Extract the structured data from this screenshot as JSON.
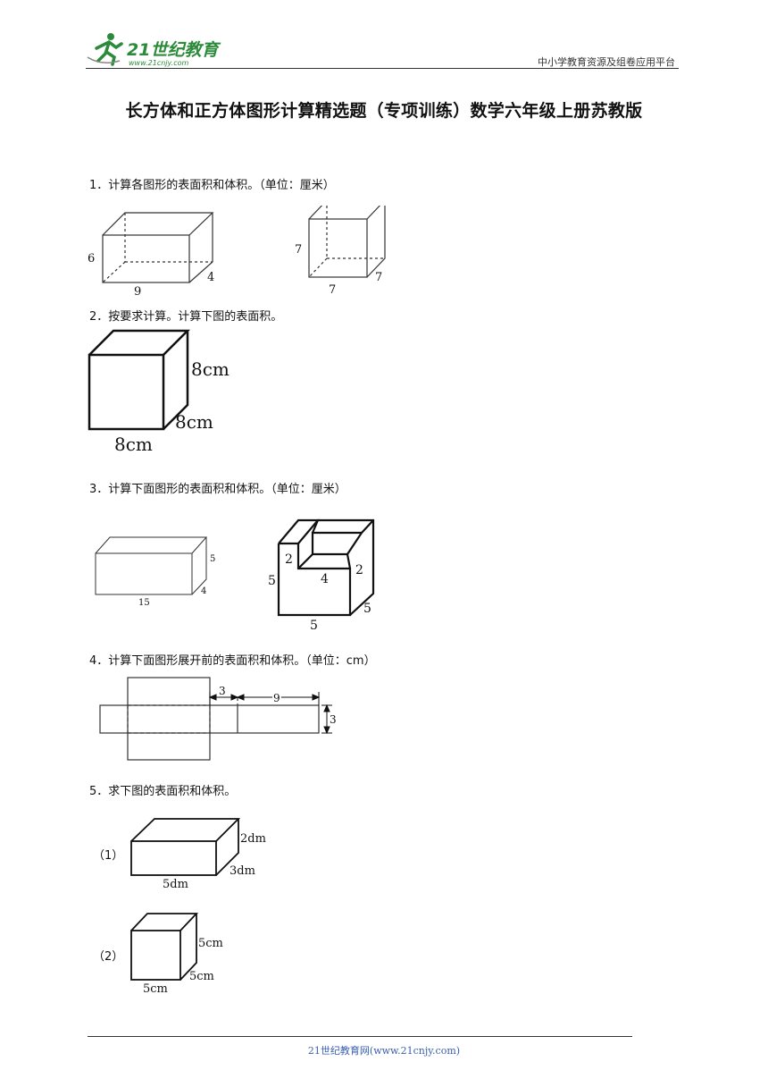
{
  "header": {
    "logo_text": "21世纪教育",
    "logo_url": "www.21cnjy.com",
    "right_text": "中小学教育资源及组卷应用平台"
  },
  "title": "长方体和正方体图形计算精选题（专项训练）数学六年级上册苏教版",
  "questions": [
    {
      "text": "1．计算各图形的表面积和体积。（单位：厘米）",
      "figures": {
        "a": {
          "h": "6",
          "l": "9",
          "w": "4"
        },
        "b": {
          "h": "7",
          "l": "7",
          "w": "7"
        }
      }
    },
    {
      "text": "2．按要求计算。计算下图的表面积。",
      "figures": {
        "h": "8cm",
        "w": "8cm",
        "l": "8cm"
      }
    },
    {
      "text": "3．计算下面图形的表面积和体积。（单位：厘米）",
      "figures": {
        "a": {
          "l": "15",
          "h": "5",
          "w": "4"
        },
        "b": {
          "a": "2",
          "b": "4",
          "c": "2",
          "h": "5",
          "l": "5",
          "w": "5"
        }
      }
    },
    {
      "text": "4．计算下面图形展开前的表面积和体积。（单位：cm）",
      "figures": {
        "a": "3",
        "b": "9",
        "c": "3"
      }
    },
    {
      "text": "5．求下图的表面积和体积。",
      "sub": [
        {
          "label": "（1）",
          "h": "2dm",
          "w": "3dm",
          "l": "5dm"
        },
        {
          "label": "（2）",
          "h": "5cm",
          "w": "5cm",
          "l": "5cm"
        }
      ]
    }
  ],
  "footer": "21世纪教育网(www.21cnjy.com)"
}
